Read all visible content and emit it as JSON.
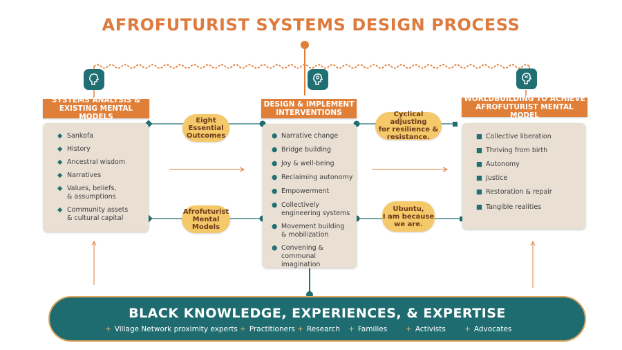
{
  "title": "AFROFUTURIST SYSTEMS DESIGN PROCESS",
  "colors": {
    "orange": "#e07f38",
    "teal": "#1f6f73",
    "panel": "#e9dfd3",
    "pill": "#f5c86a"
  },
  "columns": {
    "left": {
      "icon": "head-profile-icon",
      "header_line1": "SYSTEMS ANALYSIS &",
      "header_line2": "EXISTING MENTAL MODELS",
      "items": [
        "Sankofa",
        "History",
        "Ancestral wisdom",
        "Narratives",
        "Values, beliefs,\n& assumptions",
        "Community assets\n& cultural capital"
      ]
    },
    "center": {
      "icon": "head-gear-icon",
      "header_line1": "DESIGN & IMPLEMENT",
      "header_line2": "INTERVENTIONS",
      "items": [
        "Narrative change",
        "Bridge building",
        "Joy & well-being",
        "Reclaiming autonomy",
        "Empowerment",
        "Collectively\nengineering systems",
        "Movement building\n& mobilization",
        "Convening & communal\nimagination"
      ]
    },
    "right": {
      "icon": "head-network-icon",
      "header_line1": "WORLDBUILDING TO ACHIEVE",
      "header_line2": "AFROFUTURIST MENTAL MODEL",
      "items": [
        "Collective liberation",
        "Thriving from birth",
        "Autonomy",
        "Justice",
        "Restoration & repair",
        "Tangible realities"
      ]
    }
  },
  "pills": {
    "eight_outcomes": "Eight\nEssential\nOutcomes",
    "afrofuturist_models": "Afrofuturist\nMental\nModels",
    "cyclical": "Cyclical adjusting\nfor resilience &\nresistance.",
    "ubuntu": "Ubuntu,\nI am because\nwe are."
  },
  "bottom": {
    "title": "BLACK KNOWLEDGE, EXPERIENCES, & EXPERTISE",
    "items": [
      "Village Network proximity experts",
      "Practitioners",
      "Research",
      "Families",
      "Activists",
      "Advocates"
    ]
  }
}
